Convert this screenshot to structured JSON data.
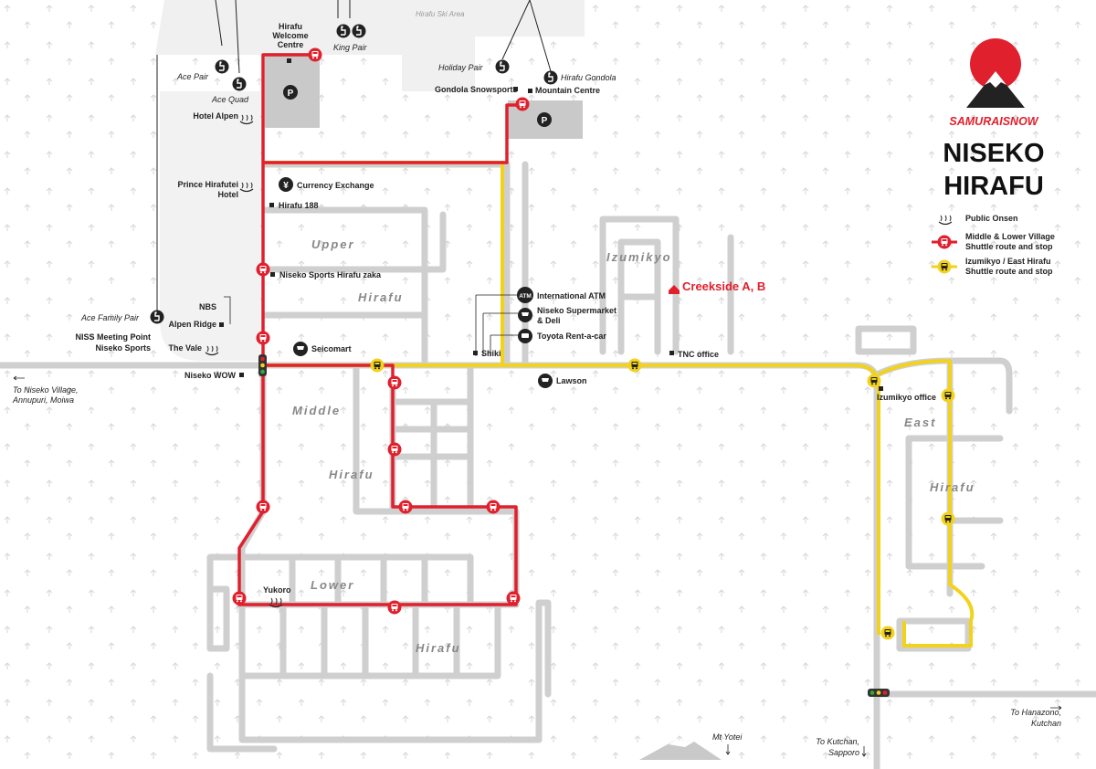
{
  "brand": {
    "name": "SAMURAISNOW",
    "title_line1": "NISEKO",
    "title_line2": "HIRAFU",
    "accent_red": "#e0202d",
    "accent_yellow": "#f2d21b"
  },
  "legend": {
    "onsen": "Public Onsen",
    "red_route_1": "Middle & Lower Village",
    "red_route_2": "Shuttle route and stop",
    "yellow_route_1": "Izumikyo / East Hirafu",
    "yellow_route_2": "Shuttle route and stop"
  },
  "areas": {
    "ski_area": "Hirafu Ski Area",
    "upper": "Upper",
    "upper_hirafu": "Hirafu",
    "izumikyo": "Izumikyo",
    "middle": "Middle",
    "middle_hirafu": "Hirafu",
    "lower": "Lower",
    "lower_hirafu": "Hirafu",
    "east": "East",
    "east_hirafu": "Hirafu"
  },
  "lifts": {
    "ace_pair": "Ace Pair",
    "ace_quad": "Ace Quad",
    "king_pair": "King Pair",
    "holiday_pair": "Holiday Pair",
    "hirafu_gondola": "Hirafu Gondola",
    "ace_family_pair": "Ace Family Pair"
  },
  "places": {
    "welcome_1": "Hirafu",
    "welcome_2": "Welcome",
    "welcome_3": "Centre",
    "gondola_snowsports": "Gondola Snowsports",
    "mountain_centre": "Mountain Centre",
    "hotel_alpen": "Hotel Alpen",
    "prince_1": "Prince Hirafutei",
    "prince_2": "Hotel",
    "currency": "Currency Exchange",
    "hirafu188": "Hirafu 188",
    "niseko_sports_zaka": "Niseko Sports Hirafu zaka",
    "nbs": "NBS",
    "alpen_ridge": "Alpen Ridge",
    "niss_1": "NISS Meeting Point",
    "niss_2": "Niseko Sports",
    "the_vale": "The Vale",
    "seicomart": "Seicomart",
    "niseko_wow": "Niseko WOW",
    "atm": "International ATM",
    "supermarket_1": "Niseko Supermarket",
    "supermarket_2": "& Deli",
    "toyota": "Toyota Rent-a-car",
    "shiki": "Shiki",
    "lawson": "Lawson",
    "tnc": "TNC office",
    "creekside": "Creekside A, B",
    "izumikyo_office": "Izumikyo office",
    "yukoro": "Yukoro",
    "mt_yotei": "Mt Yotei"
  },
  "directions": {
    "niseko_village_1": "To Niseko Village,",
    "niseko_village_2": "Annupuri, Moiwa",
    "hanazono_1": "To Hanazono,",
    "hanazono_2": "Kutchan",
    "kutchan_1": "To Kutchan,",
    "kutchan_2": "Sapporo"
  },
  "icons": {
    "parking": "P",
    "atm": "ATM",
    "currency": "¥"
  }
}
